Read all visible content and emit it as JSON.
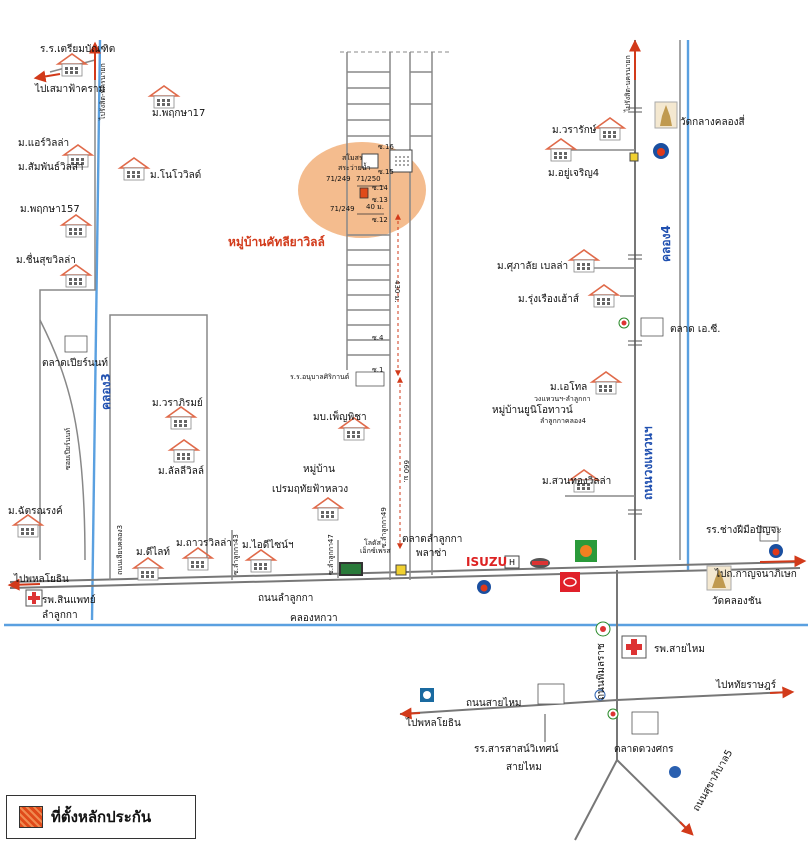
{
  "labels": {
    "school_top": "ร.ร.เตรียมบัณฑิต",
    "to_samae": "ไปเสมาฟ้าคราม",
    "to_rangsit_left": "ไปรังสิต-นครนายก",
    "m_pruksa17": "ม.พฤกษา17",
    "m_airville": "ม.แอร์วิลล่า",
    "m_sampan": "ม.สัมพันธ์วิลล่า",
    "m_pruksa157": "ม.พฤกษา157",
    "m_novoville": "ม.โนโววิลด์",
    "m_chuenjai": "ม.ชื่นสุขวิลล่า",
    "market_pier": "ตลาดเปียร์นนท์",
    "canal3": "คลอง3",
    "soi_pier": "ซอยเปียร์นนท์",
    "m_chatnarong": "ม.ฉัตรณรงค์",
    "m_warapirom": "ม.วราภิรมย์",
    "m_lalilville": "ม.ลัลลีวิลล์",
    "soi_khlong3": "ถนนเลียบคลอง3",
    "m_dilight": "ม.ดีไลท์",
    "m_tawan": "ม.ถาวรวิลล่า",
    "m_ideal": "ม.ไอดีไซน์ฯ",
    "soi_lam43": "ซ.ลำลูกกา43",
    "soi_lam47": "ซ.ลำลูกกา47",
    "m_penpicha": "มบ.เพ็ญพิชา",
    "village_prem": "หมู่บ้าน",
    "village_prem2": "เปรมฤทัยฟ้าหลวง",
    "school_anuban": "ร.ร.อนุบาลศิริกานต์",
    "site_name": "หมู่บ้านคัทลียาวิลล์",
    "dist_430": "430 ม.",
    "dist_660": "660 ม.",
    "dist_40": "40 ม.",
    "soi_lam49": "ซ.ลำลูกกา49",
    "lotus": "โลตัส",
    "lotus2": "เอ็กซ์เพรส",
    "market_lam": "ตลาดลำลูกกา",
    "plaza": "พลาซ่า",
    "lot_16": "ซ.16",
    "lot_15": "ซ.15",
    "lot_14": "ซ.14",
    "lot_13": "ซ.13",
    "lot_12": "ซ.12",
    "lot_4": "ซ.4",
    "lot_1": "ซ.1",
    "lot_num1": "71/249",
    "lot_num2": "71/250",
    "lot_num3": "71/249",
    "pool": "สโมสร",
    "pool2": "สระว่ายน้ำ",
    "to_rangsit_right": "ไปรังสิต-นครนายก",
    "temple_top": "วัดกลางคลองสี่",
    "m_warachak": "ม.วรารักษ์",
    "m_yucharoen": "ม.อยู่เจริญ4",
    "canal4": "คลอง4",
    "m_supalai": "ม.ศุภาลัย เบลล่า",
    "m_rungrueng": "ม.รุ่งเรืองเฮ้าส์",
    "market_ec": "ตลาด เอ.ซี.",
    "m_ecotel": "ม.เอโทล",
    "m_ecotel2": "วงแหวนฯ-ลำลูกกา",
    "village_unique": "หมู่บ้านยูนิโอทาวน์",
    "village_unique2": "ลำลูกกาคลอง4",
    "road_bypass": "ถนนวงแหวนฯ",
    "m_suanthong": "ม.สวนทองวิลล่า",
    "school_chang": "รร.ช่างฝีมือปัญจะ",
    "to_kanchana": "ไปถ.กาญจนาภิเษก",
    "temple_bottom": "วัดคลองชัน",
    "isuzu": "ISUZU",
    "to_phahon": "ไปพหลโยธิน",
    "hospital_left": "รพ.สินแพทย์",
    "hospital_left2": "ลำลูกกา",
    "road_lam": "ถนนลำลูกกา",
    "canal_hok": "คลองหกวา",
    "road_phimon": "ถนนพิมลราช",
    "hospital_right": "รพ.สายไหม",
    "road_saimai": "ถนนสายไหม",
    "to_phahon2": "ไปพหลโยธิน",
    "to_hathai": "ไปหทัยราษฎร์",
    "school_sara": "รร.สารสาสน์วิเทศน์",
    "school_sara2": "สายไหม",
    "market_duang": "ตลาดดวงศกร",
    "road_sukhapiban": "ถนนสุขาภิบาล5",
    "legend": "ที่ตั้งหลักประกัน"
  },
  "colors": {
    "road": "#777777",
    "canal": "#5aa0e0",
    "roof": "#e06a4a",
    "arrow": "#d23a1a",
    "site": "#f2b07a",
    "label_red": "#d23a1a"
  }
}
